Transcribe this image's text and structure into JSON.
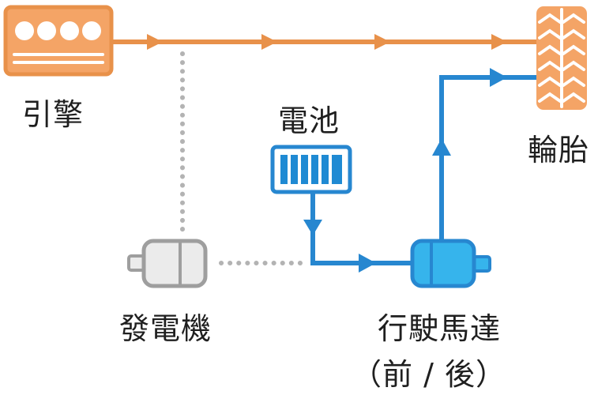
{
  "labels": {
    "engine": "引擎",
    "battery": "電池",
    "wheel": "輪胎",
    "generator": "發電機",
    "motor": "行駛馬達",
    "motor_position": "（前 / 後）"
  },
  "colors": {
    "engine_flow": "#e8914a",
    "electric_flow": "#2787d0",
    "motor_fill": "#36b4ec",
    "battery_fill": "#1f8ad3",
    "generator_stroke": "#9e9e9e",
    "generator_fill": "#ebebeb",
    "dotted_link": "#b3b3b3",
    "tire_fill": "#f4a466",
    "text": "#1f1f1f"
  },
  "icons": [
    "engine-icon",
    "battery-icon",
    "tire-icon",
    "generator-icon",
    "motor-icon"
  ]
}
